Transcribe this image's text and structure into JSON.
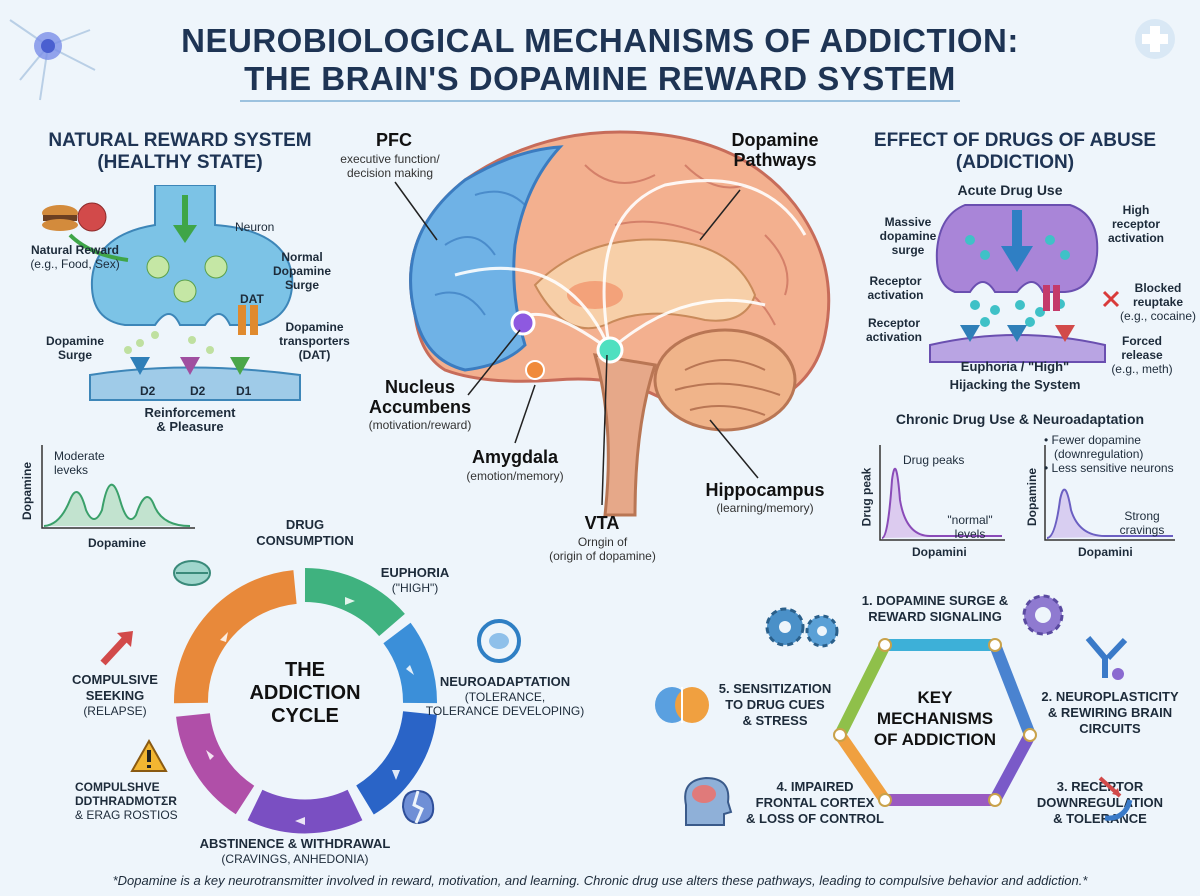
{
  "title": {
    "line1": "NEUROBIOLOGICAL MECHANISMS OF ADDICTION:",
    "line2": "THE BRAIN'S DOPAMINE REWARD SYSTEM"
  },
  "natural": {
    "heading1": "NATURAL REWARD SYSTEM",
    "heading2": "(HEALTHY STATE)",
    "neuron": "Neuron",
    "natural_reward": "Natural Reward",
    "natural_reward_eg": "(e.g., Food, Sex)",
    "normal_surge": [
      "Normal",
      "Dopamine",
      "Surge"
    ],
    "dat": "DAT",
    "transporters": [
      "Dopamine",
      "transporters",
      "(DAT)"
    ],
    "dopamine_surge": [
      "Dopamine",
      "Surge"
    ],
    "receptors": [
      "D2",
      "D2",
      "D1"
    ],
    "reinforcement": [
      "Reinforcement",
      "& Pleasure"
    ],
    "graph_label": [
      "Moderate",
      "leveks"
    ],
    "graph_ylabel": "Dopamine",
    "graph_xlabel": "Dopamine"
  },
  "brain": {
    "pfc_title": "PFC",
    "pfc_sub": [
      "executive function/",
      "decision making"
    ],
    "pathways": [
      "Dopamine",
      "Pathways"
    ],
    "nacc": [
      "Nucleus",
      "Accumbens"
    ],
    "nacc_sub": "(motivation/reward)",
    "amygdala": "Amygdala",
    "amygdala_sub": "(emotion/memory)",
    "vta": "VTA",
    "vta_sub": [
      "Orngin of",
      "(origin of dopamine)"
    ],
    "hippocampus": "Hippocampus",
    "hippocampus_sub": "(learning/memory)"
  },
  "drugs": {
    "heading1": "EFFECT OF DRUGS OF ABUSE",
    "heading2": "(ADDICTION)",
    "acute": "Acute Drug Use",
    "massive": [
      "Massive",
      "dopamine",
      "surge"
    ],
    "high_receptor": [
      "High",
      "receptor",
      "activation"
    ],
    "receptor_act1": [
      "Receptor",
      "activation"
    ],
    "receptor_act2": [
      "Receptor",
      "activation"
    ],
    "blocked": "Blocked",
    "reuptake": "reuptake",
    "blocked_eg": "(e.g., cocaine)",
    "forced": [
      "Forced",
      "release"
    ],
    "forced_eg": "(e.g., meth)",
    "euphoria": "Euphoria / \"High\"",
    "hijacking": "Hijacking the System",
    "chronic": "Chronic Drug Use & Neuroadaptation",
    "graph1_label": "Drug peaks",
    "graph1_normal": [
      "\"normal\"",
      "levels"
    ],
    "graph1_ylabel": "Drug peak",
    "graph1_xlabel": "Dopamini",
    "graph2_bullets": [
      "• Fewer dopamine",
      "(downregulation)",
      "• Less sensitive neurons"
    ],
    "graph2_cravings": [
      "Strong",
      "cravings"
    ],
    "graph2_ylabel": "Dopamine",
    "graph2_xlabel": "Dopamini"
  },
  "cycle": {
    "center": [
      "THE",
      "ADDICTION",
      "CYCLE"
    ],
    "drug_consumption": [
      "DRUG",
      "CONSUMPTION"
    ],
    "euphoria": [
      "EUPHORIA",
      "(\"HIGH\")"
    ],
    "neuroadaptation": [
      "NEUROADAPTATION",
      "(TOLERANCE,",
      "TOLERANCE DEVELOPING)"
    ],
    "abstinence": [
      "ABSTINENCE & WITHDRAWAL",
      "(CRAVINGS, ANHEDONIA)"
    ],
    "compulshve": [
      "COMPULSHVE",
      "DDTHRADMOTΣR",
      "& ERAG ROSTIOS"
    ],
    "seeking": [
      "COMPULSIVE",
      "SEEKING",
      "(RELAPSE)"
    ],
    "colors": [
      "#3fb27f",
      "#3b8fd9",
      "#2a64c7",
      "#7a4fc2",
      "#b04fa8",
      "#e8893a"
    ]
  },
  "key": {
    "center": [
      "KEY",
      "MECHANISMS",
      "OF ADDICTION"
    ],
    "m1": [
      "1. DOPAMINE SURGE &",
      "REWARD SIGNALING"
    ],
    "m2": [
      "2. NEUROPLASTICITY",
      "& REWIRING BRAIN",
      "CIRCUITS"
    ],
    "m3": [
      "3. RECEPTOR",
      "DOWNREGULATION",
      "& TOLERANCE"
    ],
    "m4": [
      "4. IMPAIRED",
      "FRONTAL CORTEX",
      "& LOSS OF CONTROL"
    ],
    "m5": [
      "5. SENSITIZATION",
      "TO DRUG CUES",
      "& STRESS"
    ]
  },
  "footnote": "*Dopamine is a key neurotransmitter involved in reward, motivation, and learning. Chronic drug use alters these pathways, leading to compulsive behavior and addiction.*"
}
